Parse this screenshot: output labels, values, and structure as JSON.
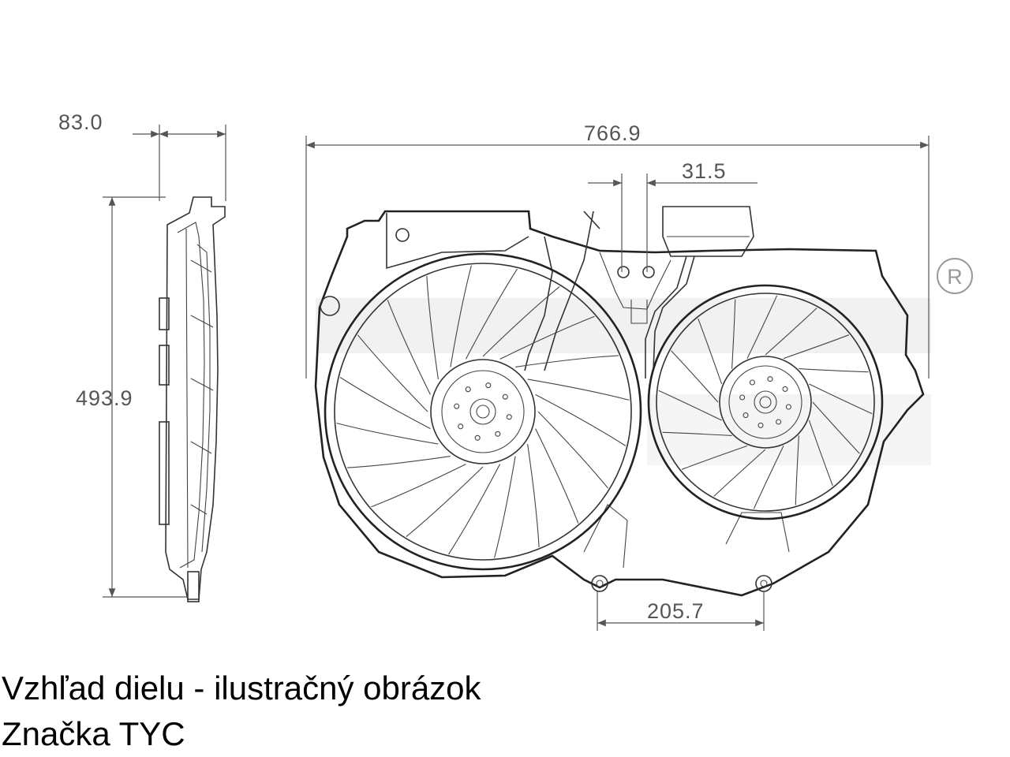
{
  "dimensions": {
    "depth": "83.0",
    "width": "766.9",
    "height": "493.9",
    "offset": "31.5",
    "mount_spacing": "205.7"
  },
  "trademark_symbol": "R",
  "captions": {
    "line1": "Vzhľad dielu - ilustračný obrázok",
    "line2": "Značka TYC"
  },
  "colors": {
    "line": "#333333",
    "watermark": "#dcdcdc",
    "text": "#000000"
  }
}
